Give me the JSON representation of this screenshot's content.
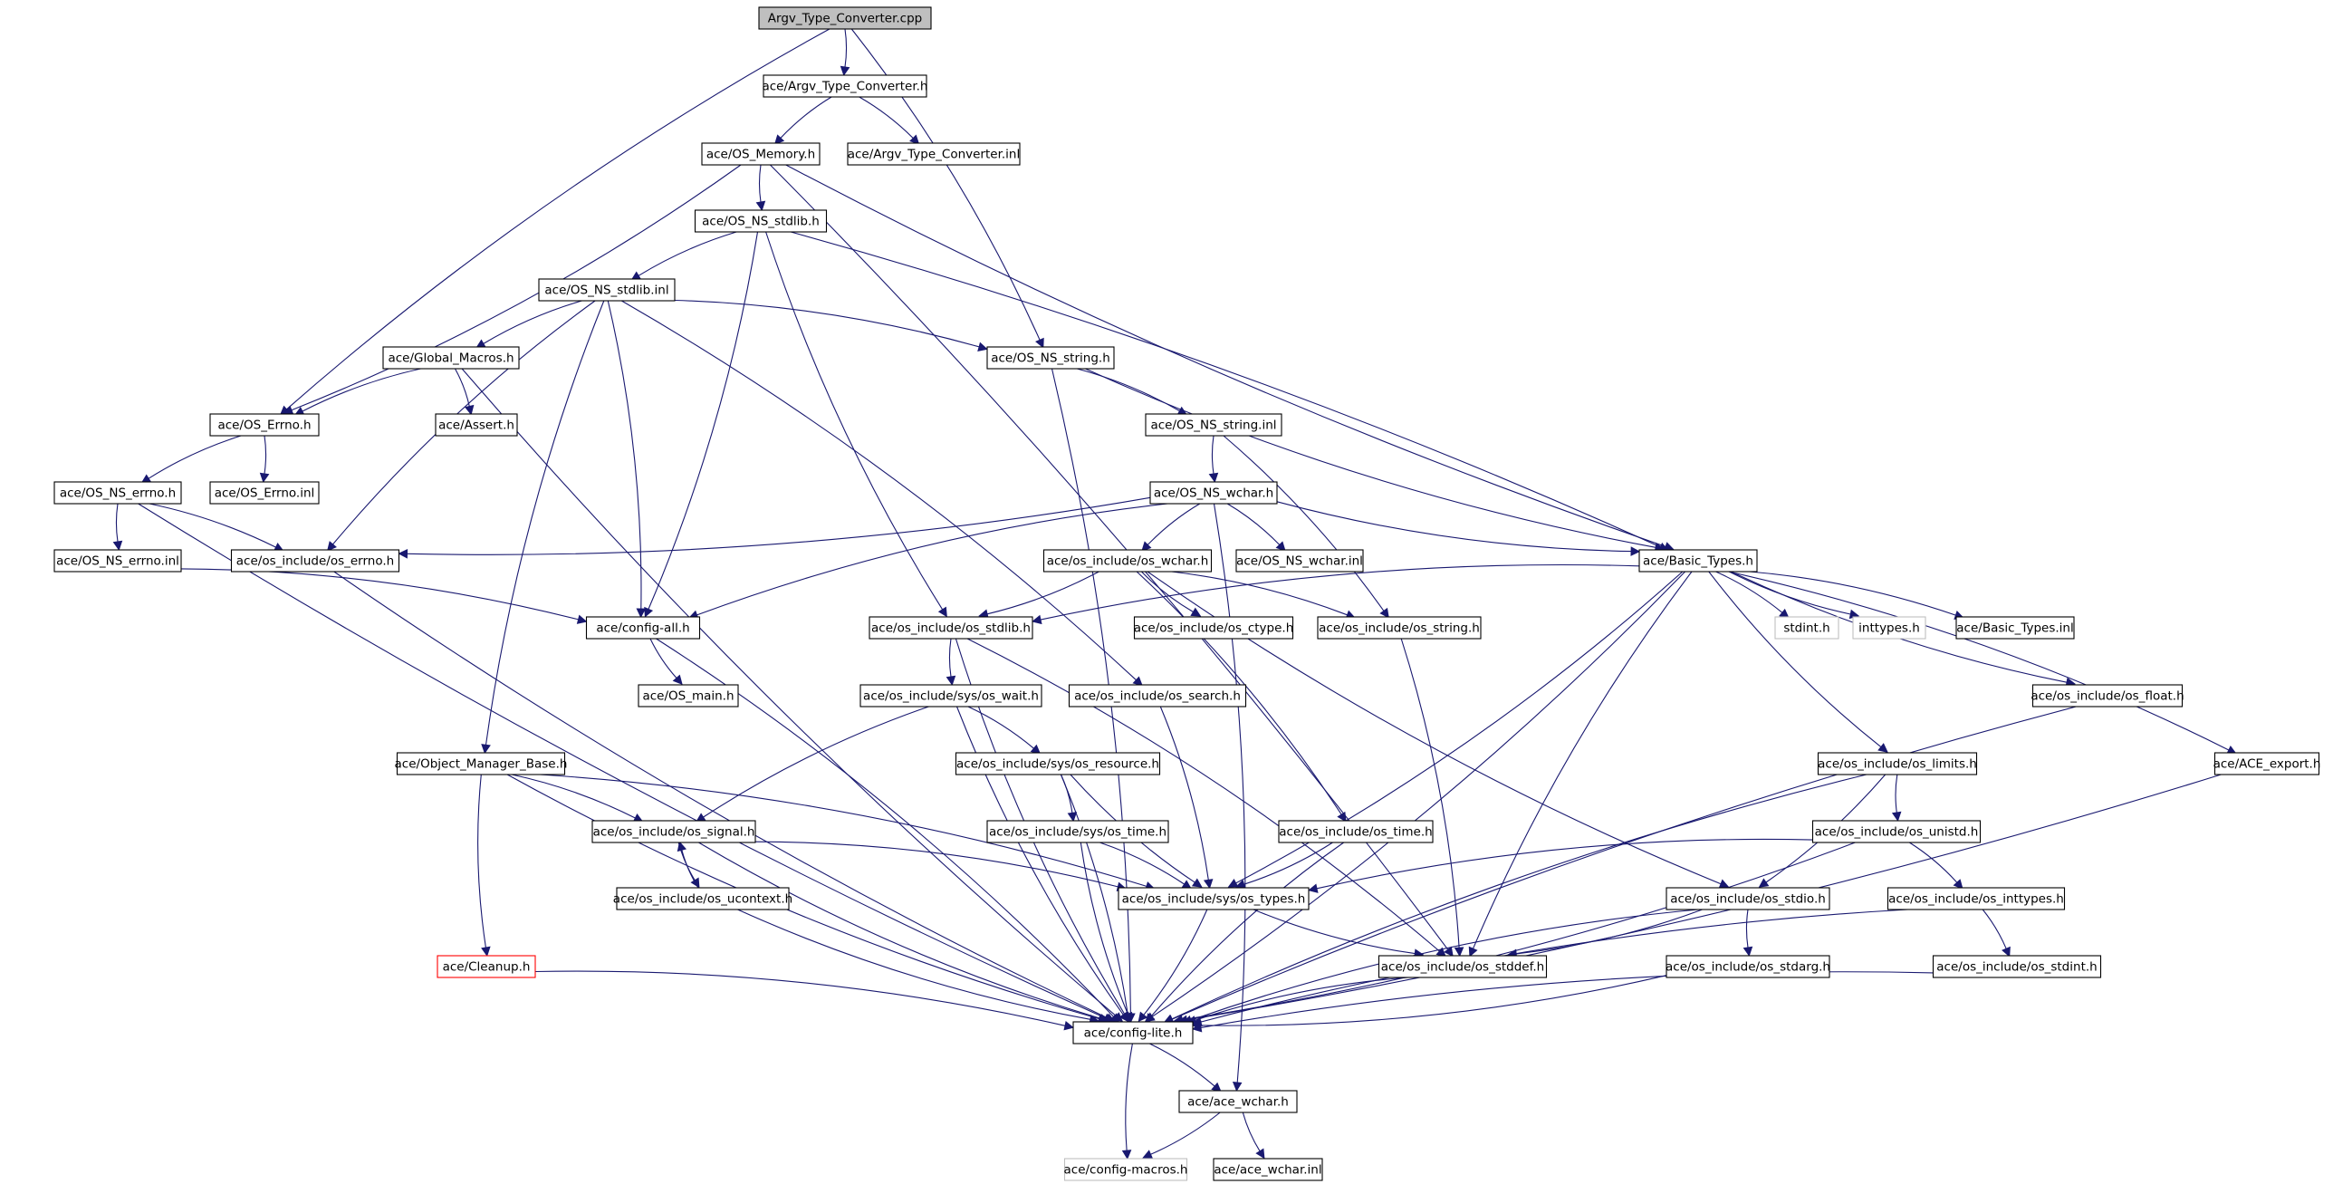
{
  "graph": {
    "nodes": [
      {
        "id": "root",
        "label": "Argv_Type_Converter.cpp",
        "kind": "root"
      },
      {
        "id": "atc_h",
        "label": "ace/Argv_Type_Converter.h",
        "kind": "normal"
      },
      {
        "id": "atc_inl",
        "label": "ace/Argv_Type_Converter.inl",
        "kind": "normal"
      },
      {
        "id": "os_memory",
        "label": "ace/OS_Memory.h",
        "kind": "normal"
      },
      {
        "id": "os_ns_stdlib_h",
        "label": "ace/OS_NS_stdlib.h",
        "kind": "normal"
      },
      {
        "id": "os_ns_stdlib_inl",
        "label": "ace/OS_NS_stdlib.inl",
        "kind": "normal"
      },
      {
        "id": "global_macros",
        "label": "ace/Global_Macros.h",
        "kind": "normal"
      },
      {
        "id": "os_ns_string_h",
        "label": "ace/OS_NS_string.h",
        "kind": "normal"
      },
      {
        "id": "os_errno_h",
        "label": "ace/OS_Errno.h",
        "kind": "normal"
      },
      {
        "id": "assert_h",
        "label": "ace/Assert.h",
        "kind": "normal"
      },
      {
        "id": "os_ns_string_inl",
        "label": "ace/OS_NS_string.inl",
        "kind": "normal"
      },
      {
        "id": "os_ns_errno_h",
        "label": "ace/OS_NS_errno.h",
        "kind": "normal"
      },
      {
        "id": "os_errno_inl",
        "label": "ace/OS_Errno.inl",
        "kind": "normal"
      },
      {
        "id": "os_ns_wchar_h",
        "label": "ace/OS_NS_wchar.h",
        "kind": "normal"
      },
      {
        "id": "os_ns_errno_inl",
        "label": "ace/OS_NS_errno.inl",
        "kind": "normal"
      },
      {
        "id": "inc_os_errno",
        "label": "ace/os_include/os_errno.h",
        "kind": "normal"
      },
      {
        "id": "inc_os_wchar",
        "label": "ace/os_include/os_wchar.h",
        "kind": "normal"
      },
      {
        "id": "os_ns_wchar_inl",
        "label": "ace/OS_NS_wchar.inl",
        "kind": "normal"
      },
      {
        "id": "basic_types_h",
        "label": "ace/Basic_Types.h",
        "kind": "normal"
      },
      {
        "id": "config_all",
        "label": "ace/config-all.h",
        "kind": "normal"
      },
      {
        "id": "inc_os_stdlib",
        "label": "ace/os_include/os_stdlib.h",
        "kind": "normal"
      },
      {
        "id": "inc_os_ctype",
        "label": "ace/os_include/os_ctype.h",
        "kind": "normal"
      },
      {
        "id": "inc_os_string",
        "label": "ace/os_include/os_string.h",
        "kind": "normal"
      },
      {
        "id": "stdint_h",
        "label": "stdint.h",
        "kind": "system"
      },
      {
        "id": "inttypes_h",
        "label": "inttypes.h",
        "kind": "system"
      },
      {
        "id": "basic_types_inl",
        "label": "ace/Basic_Types.inl",
        "kind": "normal"
      },
      {
        "id": "os_main",
        "label": "ace/OS_main.h",
        "kind": "normal"
      },
      {
        "id": "inc_sys_wait",
        "label": "ace/os_include/sys/os_wait.h",
        "kind": "normal"
      },
      {
        "id": "inc_os_search",
        "label": "ace/os_include/os_search.h",
        "kind": "normal"
      },
      {
        "id": "inc_os_float",
        "label": "ace/os_include/os_float.h",
        "kind": "normal"
      },
      {
        "id": "object_manager_base",
        "label": "ace/Object_Manager_Base.h",
        "kind": "normal"
      },
      {
        "id": "inc_sys_resource",
        "label": "ace/os_include/sys/os_resource.h",
        "kind": "normal"
      },
      {
        "id": "inc_os_limits",
        "label": "ace/os_include/os_limits.h",
        "kind": "normal"
      },
      {
        "id": "ace_export",
        "label": "ace/ACE_export.h",
        "kind": "normal"
      },
      {
        "id": "inc_os_signal",
        "label": "ace/os_include/os_signal.h",
        "kind": "normal"
      },
      {
        "id": "inc_sys_time",
        "label": "ace/os_include/sys/os_time.h",
        "kind": "normal"
      },
      {
        "id": "inc_os_time",
        "label": "ace/os_include/os_time.h",
        "kind": "normal"
      },
      {
        "id": "inc_os_unistd",
        "label": "ace/os_include/os_unistd.h",
        "kind": "normal"
      },
      {
        "id": "inc_os_ucontext",
        "label": "ace/os_include/os_ucontext.h",
        "kind": "normal"
      },
      {
        "id": "inc_sys_types",
        "label": "ace/os_include/sys/os_types.h",
        "kind": "normal"
      },
      {
        "id": "inc_os_stdio",
        "label": "ace/os_include/os_stdio.h",
        "kind": "normal"
      },
      {
        "id": "inc_os_inttypes",
        "label": "ace/os_include/os_inttypes.h",
        "kind": "normal"
      },
      {
        "id": "cleanup_h",
        "label": "ace/Cleanup.h",
        "kind": "truncated"
      },
      {
        "id": "inc_os_stddef",
        "label": "ace/os_include/os_stddef.h",
        "kind": "normal"
      },
      {
        "id": "inc_os_stdarg",
        "label": "ace/os_include/os_stdarg.h",
        "kind": "normal"
      },
      {
        "id": "inc_os_stdint",
        "label": "ace/os_include/os_stdint.h",
        "kind": "normal"
      },
      {
        "id": "config_lite",
        "label": "ace/config-lite.h",
        "kind": "normal"
      },
      {
        "id": "ace_wchar_h",
        "label": "ace/ace_wchar.h",
        "kind": "normal"
      },
      {
        "id": "config_macros",
        "label": "ace/config-macros.h",
        "kind": "system"
      },
      {
        "id": "ace_wchar_inl",
        "label": "ace/ace_wchar.inl",
        "kind": "normal"
      }
    ],
    "edges": [
      [
        "root",
        "atc_h"
      ],
      [
        "root",
        "os_errno_h"
      ],
      [
        "root",
        "os_ns_string_h"
      ],
      [
        "atc_h",
        "os_memory"
      ],
      [
        "atc_h",
        "atc_inl"
      ],
      [
        "os_memory",
        "os_ns_stdlib_h"
      ],
      [
        "os_memory",
        "os_errno_h"
      ],
      [
        "os_memory",
        "basic_types_h"
      ],
      [
        "os_memory",
        "inc_os_stddef"
      ],
      [
        "os_ns_stdlib_h",
        "os_ns_stdlib_inl"
      ],
      [
        "os_ns_stdlib_h",
        "config_all"
      ],
      [
        "os_ns_stdlib_h",
        "inc_os_stdlib"
      ],
      [
        "os_ns_stdlib_h",
        "basic_types_h"
      ],
      [
        "os_ns_stdlib_inl",
        "global_macros"
      ],
      [
        "os_ns_stdlib_inl",
        "os_ns_string_h"
      ],
      [
        "os_ns_stdlib_inl",
        "inc_os_errno"
      ],
      [
        "os_ns_stdlib_inl",
        "config_all"
      ],
      [
        "os_ns_stdlib_inl",
        "object_manager_base"
      ],
      [
        "os_ns_stdlib_inl",
        "inc_os_search"
      ],
      [
        "global_macros",
        "os_errno_h"
      ],
      [
        "global_macros",
        "assert_h"
      ],
      [
        "global_macros",
        "config_lite"
      ],
      [
        "os_ns_string_h",
        "os_ns_string_inl"
      ],
      [
        "os_ns_string_h",
        "basic_types_h"
      ],
      [
        "os_ns_string_h",
        "config_lite"
      ],
      [
        "os_errno_h",
        "os_ns_errno_h"
      ],
      [
        "os_errno_h",
        "os_errno_inl"
      ],
      [
        "os_ns_errno_h",
        "os_ns_errno_inl"
      ],
      [
        "os_ns_errno_h",
        "inc_os_errno"
      ],
      [
        "os_ns_errno_h",
        "config_lite"
      ],
      [
        "os_ns_errno_inl",
        "config_all"
      ],
      [
        "os_ns_string_inl",
        "os_ns_wchar_h"
      ],
      [
        "os_ns_string_inl",
        "inc_os_string"
      ],
      [
        "os_ns_wchar_h",
        "inc_os_wchar"
      ],
      [
        "os_ns_wchar_h",
        "os_ns_wchar_inl"
      ],
      [
        "os_ns_wchar_h",
        "basic_types_h"
      ],
      [
        "os_ns_wchar_h",
        "inc_os_errno"
      ],
      [
        "os_ns_wchar_h",
        "config_all"
      ],
      [
        "os_ns_wchar_h",
        "ace_wchar_h"
      ],
      [
        "inc_os_errno",
        "config_lite"
      ],
      [
        "inc_os_wchar",
        "inc_os_stdlib"
      ],
      [
        "inc_os_wchar",
        "inc_os_ctype"
      ],
      [
        "inc_os_wchar",
        "inc_os_string"
      ],
      [
        "inc_os_wchar",
        "inc_os_stdio"
      ],
      [
        "inc_os_wchar",
        "inc_os_time"
      ],
      [
        "basic_types_h",
        "inc_os_stdlib"
      ],
      [
        "basic_types_h",
        "stdint_h"
      ],
      [
        "basic_types_h",
        "inttypes_h"
      ],
      [
        "basic_types_h",
        "basic_types_inl"
      ],
      [
        "basic_types_h",
        "inc_os_float"
      ],
      [
        "basic_types_h",
        "ace_export"
      ],
      [
        "basic_types_h",
        "inc_os_limits"
      ],
      [
        "basic_types_h",
        "inc_sys_types"
      ],
      [
        "basic_types_h",
        "inc_os_stddef"
      ],
      [
        "basic_types_h",
        "config_lite"
      ],
      [
        "config_all",
        "os_main"
      ],
      [
        "config_all",
        "config_lite"
      ],
      [
        "inc_os_stdlib",
        "inc_sys_wait"
      ],
      [
        "inc_os_stdlib",
        "inc_os_stddef"
      ],
      [
        "inc_os_stdlib",
        "config_lite"
      ],
      [
        "inc_os_string",
        "inc_os_stddef"
      ],
      [
        "inc_sys_wait",
        "inc_os_signal"
      ],
      [
        "inc_sys_wait",
        "inc_sys_resource"
      ],
      [
        "inc_sys_wait",
        "config_lite"
      ],
      [
        "inc_os_search",
        "inc_sys_types"
      ],
      [
        "inc_os_float",
        "config_lite"
      ],
      [
        "object_manager_base",
        "inc_os_signal"
      ],
      [
        "object_manager_base",
        "cleanup_h"
      ],
      [
        "object_manager_base",
        "inc_sys_types"
      ],
      [
        "object_manager_base",
        "config_lite"
      ],
      [
        "inc_sys_resource",
        "inc_sys_time"
      ],
      [
        "inc_sys_resource",
        "inc_sys_types"
      ],
      [
        "inc_sys_resource",
        "config_lite"
      ],
      [
        "inc_os_limits",
        "inc_os_unistd"
      ],
      [
        "inc_os_limits",
        "inc_os_stdio"
      ],
      [
        "inc_os_limits",
        "config_lite"
      ],
      [
        "ace_export",
        "config_lite"
      ],
      [
        "inc_os_signal",
        "inc_os_ucontext"
      ],
      [
        "inc_os_signal",
        "inc_sys_types"
      ],
      [
        "inc_os_signal",
        "config_lite"
      ],
      [
        "inc_os_ucontext",
        "inc_os_signal"
      ],
      [
        "inc_os_ucontext",
        "config_lite"
      ],
      [
        "inc_sys_time",
        "inc_sys_types"
      ],
      [
        "inc_sys_time",
        "config_lite"
      ],
      [
        "inc_os_time",
        "inc_sys_types"
      ],
      [
        "inc_os_time",
        "config_lite"
      ],
      [
        "inc_os_unistd",
        "inc_os_inttypes"
      ],
      [
        "inc_os_unistd",
        "inc_sys_types"
      ],
      [
        "inc_os_unistd",
        "config_lite"
      ],
      [
        "inc_sys_types",
        "inc_os_stddef"
      ],
      [
        "inc_sys_types",
        "config_lite"
      ],
      [
        "inc_os_stdio",
        "inc_os_stdarg"
      ],
      [
        "inc_os_stdio",
        "inc_os_stddef"
      ],
      [
        "inc_os_stdio",
        "config_lite"
      ],
      [
        "inc_os_inttypes",
        "inc_os_stdint"
      ],
      [
        "inc_os_inttypes",
        "config_lite"
      ],
      [
        "cleanup_h",
        "config_lite"
      ],
      [
        "inc_os_stddef",
        "config_lite"
      ],
      [
        "inc_os_stdarg",
        "config_lite"
      ],
      [
        "inc_os_stdint",
        "config_lite"
      ],
      [
        "config_lite",
        "ace_wchar_h"
      ],
      [
        "config_lite",
        "config_macros"
      ],
      [
        "ace_wchar_h",
        "config_macros"
      ],
      [
        "ace_wchar_h",
        "ace_wchar_inl"
      ]
    ]
  }
}
